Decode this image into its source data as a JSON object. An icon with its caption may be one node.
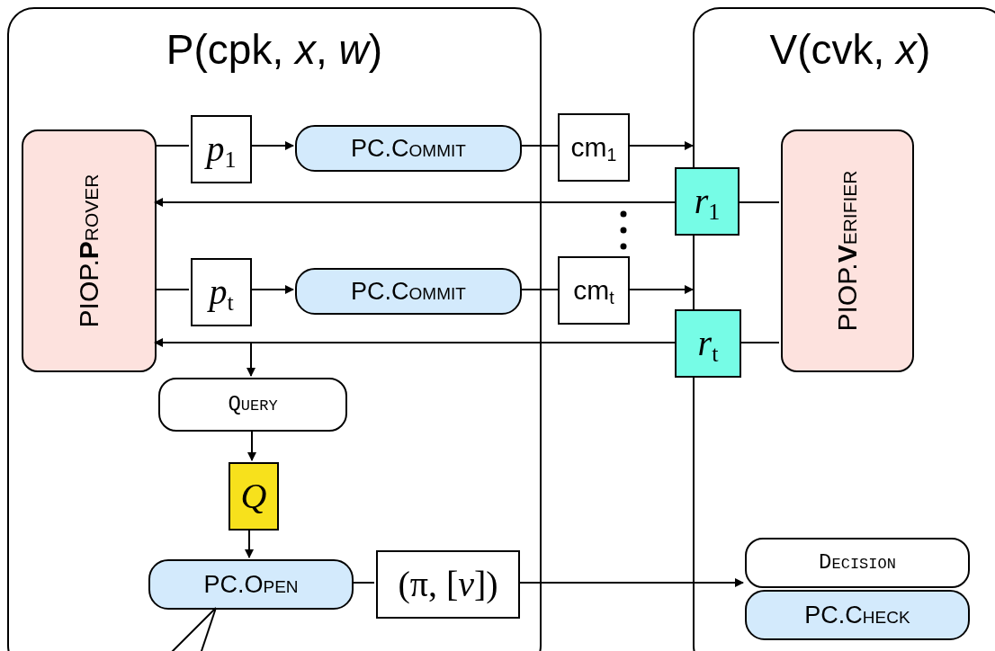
{
  "diagram": {
    "nodes": [
      {
        "text": [
          "P(cpk, *x*, *w*)"
        ]
      },
      {
        "text": [
          "V(cvk, *x*)"
        ]
      },
      {
        "text": [
          "PIOP.**P**rover"
        ],
        "in": 0
      },
      {
        "text": [
          "*p*$_{1}$"
        ],
        "in": 0
      },
      {
        "text": [
          "PC.Commit"
        ],
        "in": 0
      },
      {
        "text": [
          "cm$_{1}$"
        ]
      },
      {
        "text": [
          "*r*$_{1}$"
        ]
      },
      {
        "text": [
          "PIOP.**V**erifier"
        ],
        "in": 1
      },
      {
        "text": [
          "*p*$_{t}$"
        ],
        "in": 0
      },
      {
        "text": [
          "PC.Commit"
        ],
        "in": 0
      },
      {
        "text": [
          "cm$_{t}$"
        ]
      },
      {
        "text": [
          "*r*$_{t}$"
        ]
      },
      {
        "text": [
          "Query"
        ],
        "in": 0
      },
      {
        "text": [
          "Q"
        ],
        "in": 0
      },
      {
        "text": [
          "PC.Open"
        ],
        "in": 0
      },
      {
        "text": [
          "(π, [*v*])"
        ],
        "in": 0
      },
      {
        "text": [
          "Decision"
        ],
        "in": 1
      },
      {
        "text": [
          "PC.Check"
        ],
        "in": 1
      }
    ],
    "edges": [
      {
        "from": 2,
        "to": 3,
        "arrow": "none"
      },
      {
        "from": 3,
        "to": 4,
        "arrow": "to"
      },
      {
        "from": 4,
        "to": 5,
        "arrow": "none"
      },
      {
        "from": 5,
        "to": 1,
        "arrow": "to"
      },
      {
        "from": 7,
        "to": 6,
        "arrow": "none"
      },
      {
        "from": 6,
        "to": 2,
        "arrow": "to"
      },
      {
        "from": 2,
        "to": 8,
        "arrow": "none"
      },
      {
        "from": 8,
        "to": 9,
        "arrow": "to"
      },
      {
        "from": 9,
        "to": 10,
        "arrow": "none"
      },
      {
        "from": 10,
        "to": 1,
        "arrow": "to"
      },
      {
        "from": 7,
        "to": 11,
        "arrow": "none"
      },
      {
        "from": 11,
        "to": 2,
        "arrow": "to"
      },
      {
        "from": 11,
        "to": 12,
        "arrow": "to"
      },
      {
        "from": 12,
        "to": 13,
        "arrow": "to"
      },
      {
        "from": 13,
        "to": 14,
        "arrow": "to"
      },
      {
        "from": 14,
        "to": 15,
        "arrow": "none"
      },
      {
        "from": 15,
        "to": 16,
        "arrow": "to"
      },
      {
        "from": 14,
        "to": null,
        "arrow": "none"
      },
      {
        "from": 14,
        "to": null,
        "arrow": "none"
      }
    ]
  }
}
